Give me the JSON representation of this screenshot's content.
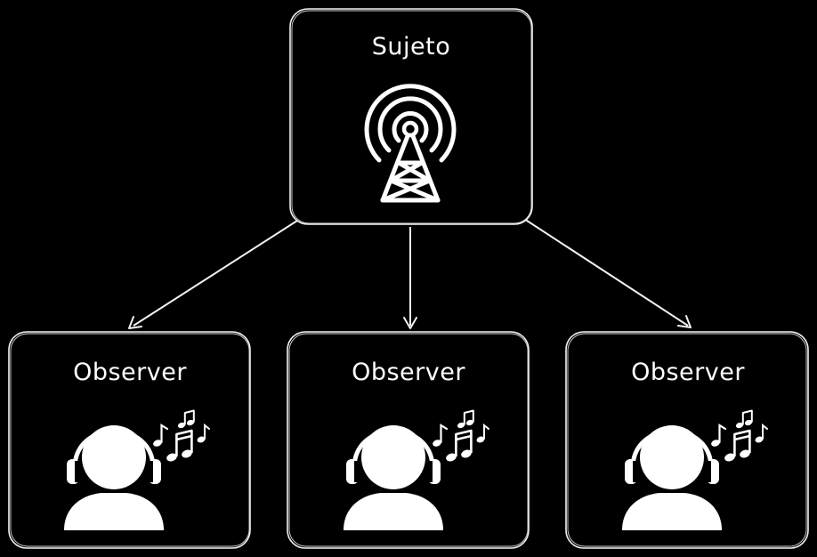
{
  "subject": {
    "title": "Sujeto",
    "icon": "radio-tower-icon"
  },
  "observers": [
    {
      "title": "Observer",
      "icon": "listener-headphones-icon"
    },
    {
      "title": "Observer",
      "icon": "listener-headphones-icon"
    },
    {
      "title": "Observer",
      "icon": "listener-headphones-icon"
    }
  ],
  "colors": {
    "background": "#000000",
    "foreground": "#ffffff"
  }
}
